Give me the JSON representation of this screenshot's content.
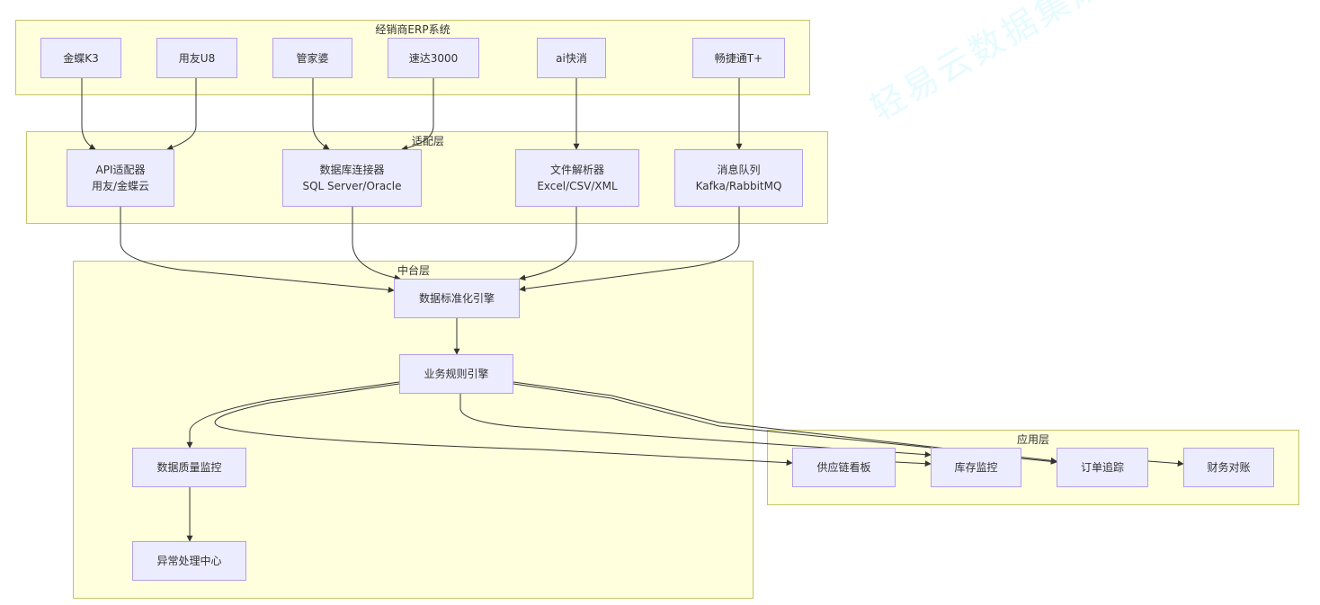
{
  "diagram": {
    "watermark": "轻易云数据集成",
    "colors": {
      "cluster_fill": "#ffffde",
      "cluster_border": "#c4c46a",
      "node_fill": "#ececff",
      "node_border": "#b59fe6",
      "edge": "#333333"
    },
    "clusters": [
      {
        "id": "erp",
        "label": "经销商ERP系统"
      },
      {
        "id": "adapter",
        "label": "适配层"
      },
      {
        "id": "middle",
        "label": "中台层"
      },
      {
        "id": "app",
        "label": "应用层"
      }
    ],
    "nodes": [
      {
        "id": "k3",
        "lines": [
          "金蝶K3"
        ]
      },
      {
        "id": "u8",
        "lines": [
          "用友U8"
        ]
      },
      {
        "id": "gjp",
        "lines": [
          "管家婆"
        ]
      },
      {
        "id": "sd",
        "lines": [
          "速达3000"
        ]
      },
      {
        "id": "aik",
        "lines": [
          "ai快消"
        ]
      },
      {
        "id": "cjt",
        "lines": [
          "畅捷通T+"
        ]
      },
      {
        "id": "api",
        "lines": [
          "API适配器",
          "用友/金蝶云"
        ]
      },
      {
        "id": "db",
        "lines": [
          "数据库连接器",
          "SQL Server/Oracle"
        ]
      },
      {
        "id": "file",
        "lines": [
          "文件解析器",
          "Excel/CSV/XML"
        ]
      },
      {
        "id": "mq",
        "lines": [
          "消息队列",
          "Kafka/RabbitMQ"
        ]
      },
      {
        "id": "norm",
        "lines": [
          "数据标准化引擎"
        ]
      },
      {
        "id": "rule",
        "lines": [
          "业务规则引擎"
        ]
      },
      {
        "id": "dq",
        "lines": [
          "数据质量监控"
        ]
      },
      {
        "id": "exc",
        "lines": [
          "异常处理中心"
        ]
      },
      {
        "id": "scm",
        "lines": [
          "供应链看板"
        ]
      },
      {
        "id": "inv",
        "lines": [
          "库存监控"
        ]
      },
      {
        "id": "ord",
        "lines": [
          "订单追踪"
        ]
      },
      {
        "id": "fin",
        "lines": [
          "财务对账"
        ]
      }
    ],
    "edges": [
      {
        "from": "k3",
        "to": "api"
      },
      {
        "from": "u8",
        "to": "api"
      },
      {
        "from": "gjp",
        "to": "db"
      },
      {
        "from": "sd",
        "to": "db"
      },
      {
        "from": "aik",
        "to": "file"
      },
      {
        "from": "cjt",
        "to": "mq"
      },
      {
        "from": "api",
        "to": "norm"
      },
      {
        "from": "db",
        "to": "norm"
      },
      {
        "from": "file",
        "to": "norm"
      },
      {
        "from": "mq",
        "to": "norm"
      },
      {
        "from": "norm",
        "to": "rule"
      },
      {
        "from": "rule",
        "to": "dq"
      },
      {
        "from": "rule",
        "to": "scm"
      },
      {
        "from": "rule",
        "to": "inv"
      },
      {
        "from": "rule",
        "to": "ord"
      },
      {
        "from": "dq",
        "to": "exc"
      },
      {
        "from": "scm",
        "to": "inv"
      },
      {
        "from": "inv",
        "to": "ord"
      },
      {
        "from": "ord",
        "to": "fin"
      }
    ]
  }
}
